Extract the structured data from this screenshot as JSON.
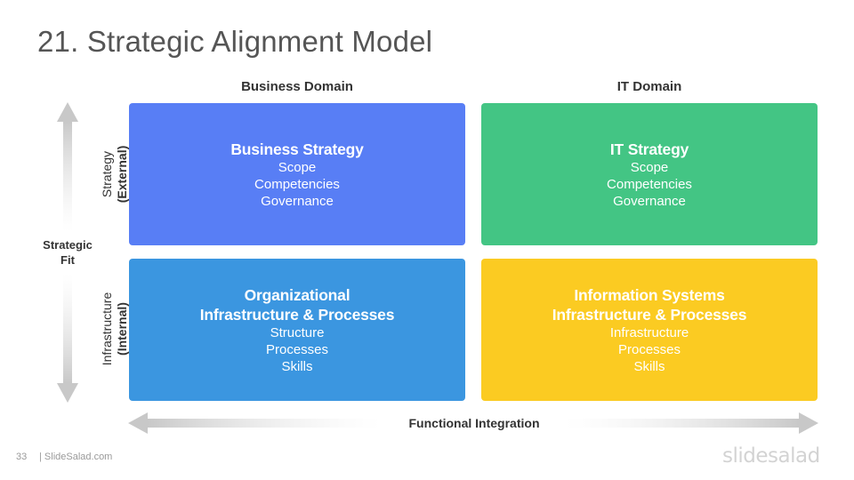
{
  "title": "21. Strategic Alignment Model",
  "columns": {
    "business": "Business Domain",
    "it": "IT Domain"
  },
  "rows": {
    "strategy": {
      "line1": "Strategy",
      "line2": "(External)"
    },
    "infrastructure": {
      "line1": "Infrastructure",
      "line2": "(Internal)"
    }
  },
  "strategic_fit": {
    "line1": "Strategic",
    "line2": "Fit"
  },
  "functional_integration": "Functional Integration",
  "boxes": {
    "business_strategy": {
      "heading": "Business Strategy",
      "items": [
        "Scope",
        "Competencies",
        "Governance"
      ],
      "color": "#587ef5"
    },
    "it_strategy": {
      "heading": "IT Strategy",
      "items": [
        "Scope",
        "Competencies",
        "Governance"
      ],
      "color": "#43c584"
    },
    "org_infrastructure": {
      "heading_line1": "Organizational",
      "heading_line2": "Infrastructure & Processes",
      "items": [
        "Structure",
        "Processes",
        "Skills"
      ],
      "color": "#3b96e0"
    },
    "is_infrastructure": {
      "heading_line1": "Information Systems",
      "heading_line2": "Infrastructure & Processes",
      "items": [
        "Infrastructure",
        "Processes",
        "Skills"
      ],
      "color": "#fbcb22"
    }
  },
  "footer": {
    "page_number": "33",
    "site": "| SlideSalad.com",
    "logo": "slidesalad"
  }
}
